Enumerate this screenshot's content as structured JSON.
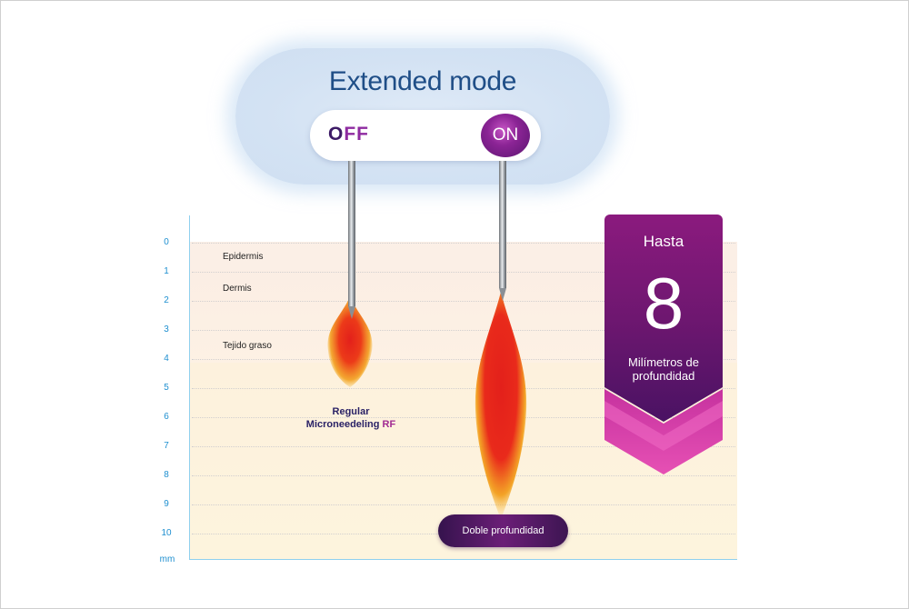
{
  "header": {
    "title": "Extended mode",
    "toggle_off_label_a": "O",
    "toggle_off_label_b": "FF",
    "toggle_on_label": "ON"
  },
  "axis": {
    "ticks": [
      "0",
      "1",
      "2",
      "3",
      "4",
      "5",
      "6",
      "7",
      "8",
      "9",
      "10"
    ],
    "unit": "mm"
  },
  "layers": [
    "Epidermis",
    "Dermis",
    "Tejido graso"
  ],
  "methods": {
    "regular_line1": "Regular",
    "regular_line2_a": "Microneedeling",
    "regular_line2_b": "RF",
    "extended_label": "Doble profundidad"
  },
  "banner": {
    "prefix": "Hasta",
    "number": "8",
    "suffix_line1": "Milímetros de",
    "suffix_line2": "profundidad"
  },
  "colors": {
    "accent_purple": "#8b2495",
    "title_blue": "#1f4e87",
    "axis_blue": "#1e8fd0",
    "flame_red": "#e3201b",
    "flame_orange": "#f29a12"
  },
  "chart_data": {
    "type": "diagram",
    "unit": "mm",
    "depth_range": [
      0,
      10
    ],
    "regular_depth_mm": [
      2.5,
      4.8
    ],
    "extended_depth_mm": [
      2.0,
      9.4
    ]
  }
}
